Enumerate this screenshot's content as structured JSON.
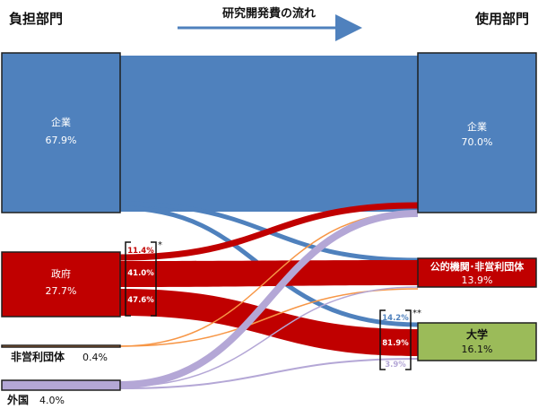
{
  "header": {
    "left": "負担部門",
    "center": "研究開発費の流れ",
    "right": "使用部門"
  },
  "sources": [
    {
      "name": "企業",
      "value": "67.9%"
    },
    {
      "name": "政府",
      "value": "27.7%"
    },
    {
      "name": "非営利団体",
      "value": "0.4%"
    },
    {
      "name": "外国",
      "value": "4.0%"
    }
  ],
  "targets": [
    {
      "name": "企業",
      "value": "70.0%"
    },
    {
      "name": "公的機関･非営利団体",
      "value": "13.9%"
    },
    {
      "name": "大学",
      "value": "16.1%"
    }
  ],
  "government_breakdown": [
    "11.4%",
    "41.0%",
    "47.6%"
  ],
  "government_mark": "*",
  "university_breakdown": [
    "14.2%",
    "81.9%",
    "3.9%"
  ],
  "university_mark": "**",
  "colors": {
    "company": "#4f81bd",
    "government": "#c00000",
    "nonprofit": "#f79646",
    "foreign": "#b4a7d6",
    "university": "#9bbb59",
    "arrow": "#4f81bd"
  }
}
